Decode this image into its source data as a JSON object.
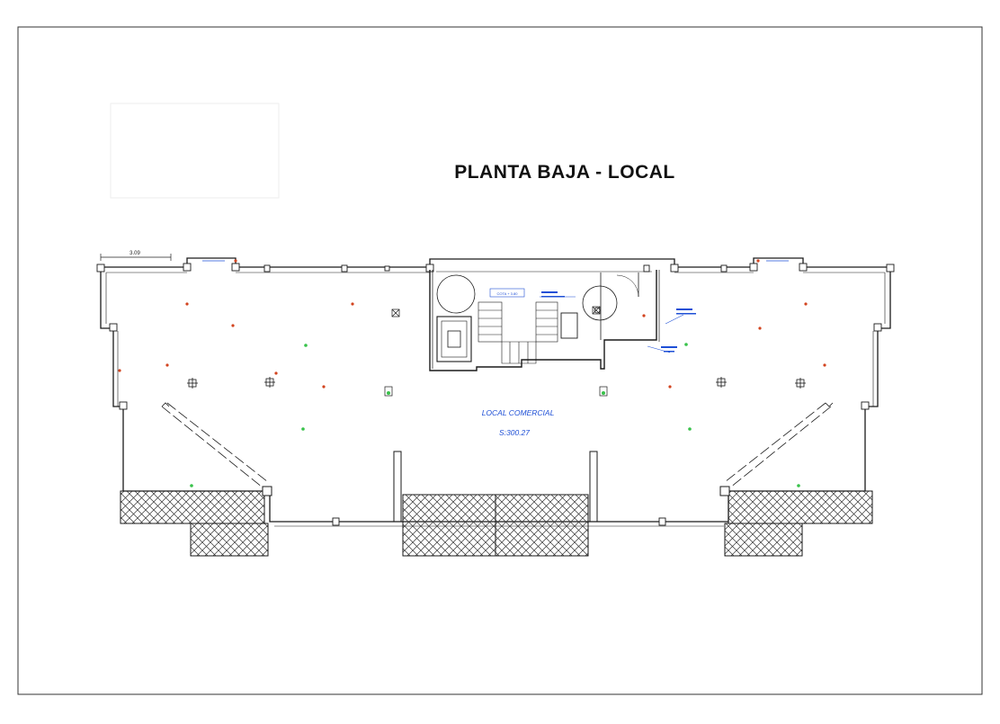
{
  "drawing": {
    "title": "PLANTA BAJA  - LOCAL",
    "room_name": "LOCAL COMERCIAL",
    "room_area": "S:300.27",
    "dimension_top_left": "3.09",
    "level_tag": "COTA + 3.80"
  },
  "colors": {
    "linework": "#1a1a1a",
    "annotation_blue": "#1e4fd6",
    "light_red": "#d2441f",
    "light_green": "#38c24a",
    "hatch": "#333333"
  }
}
